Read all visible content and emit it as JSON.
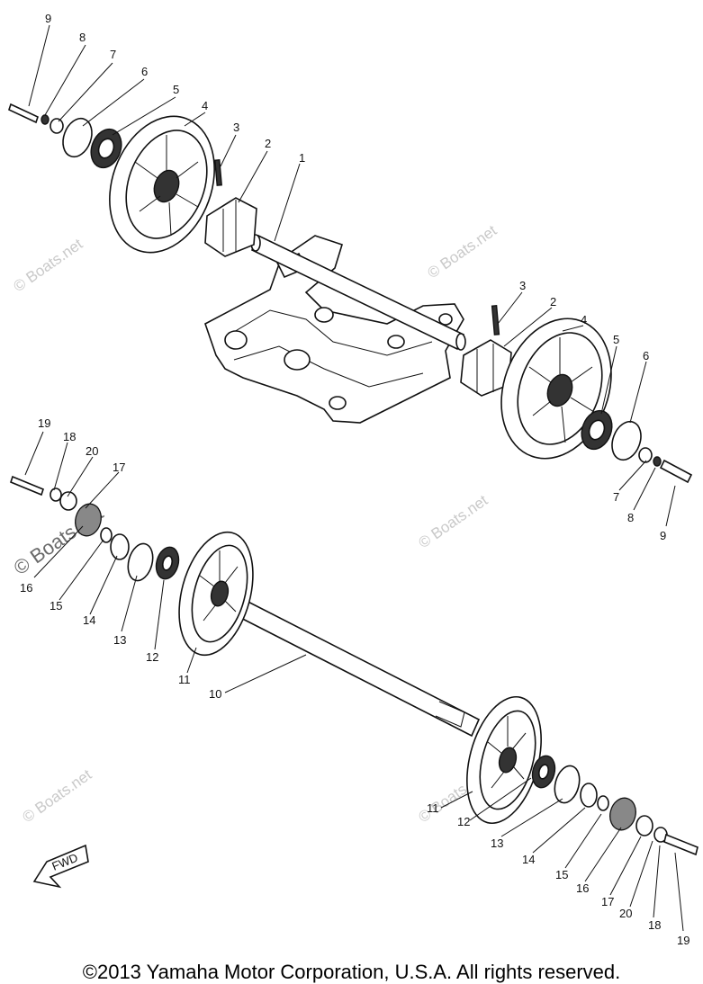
{
  "callouts_top": [
    "9",
    "8",
    "7",
    "6",
    "5",
    "4",
    "3",
    "2",
    "1"
  ],
  "callouts_right": [
    "3",
    "2",
    "4",
    "5",
    "6",
    "7",
    "8",
    "9"
  ],
  "callouts_left": [
    "19",
    "18",
    "20",
    "17",
    "16",
    "15",
    "14",
    "13",
    "12",
    "11"
  ],
  "callouts_axle": [
    "10"
  ],
  "callouts_bottom": [
    "11",
    "12",
    "13",
    "14",
    "15",
    "16",
    "17",
    "20",
    "18",
    "19"
  ],
  "watermark": "© Boats.net",
  "arrow_label": "FWD",
  "copyright": "©2013 Yamaha Motor Corporation, U.S.A. All rights reserved."
}
